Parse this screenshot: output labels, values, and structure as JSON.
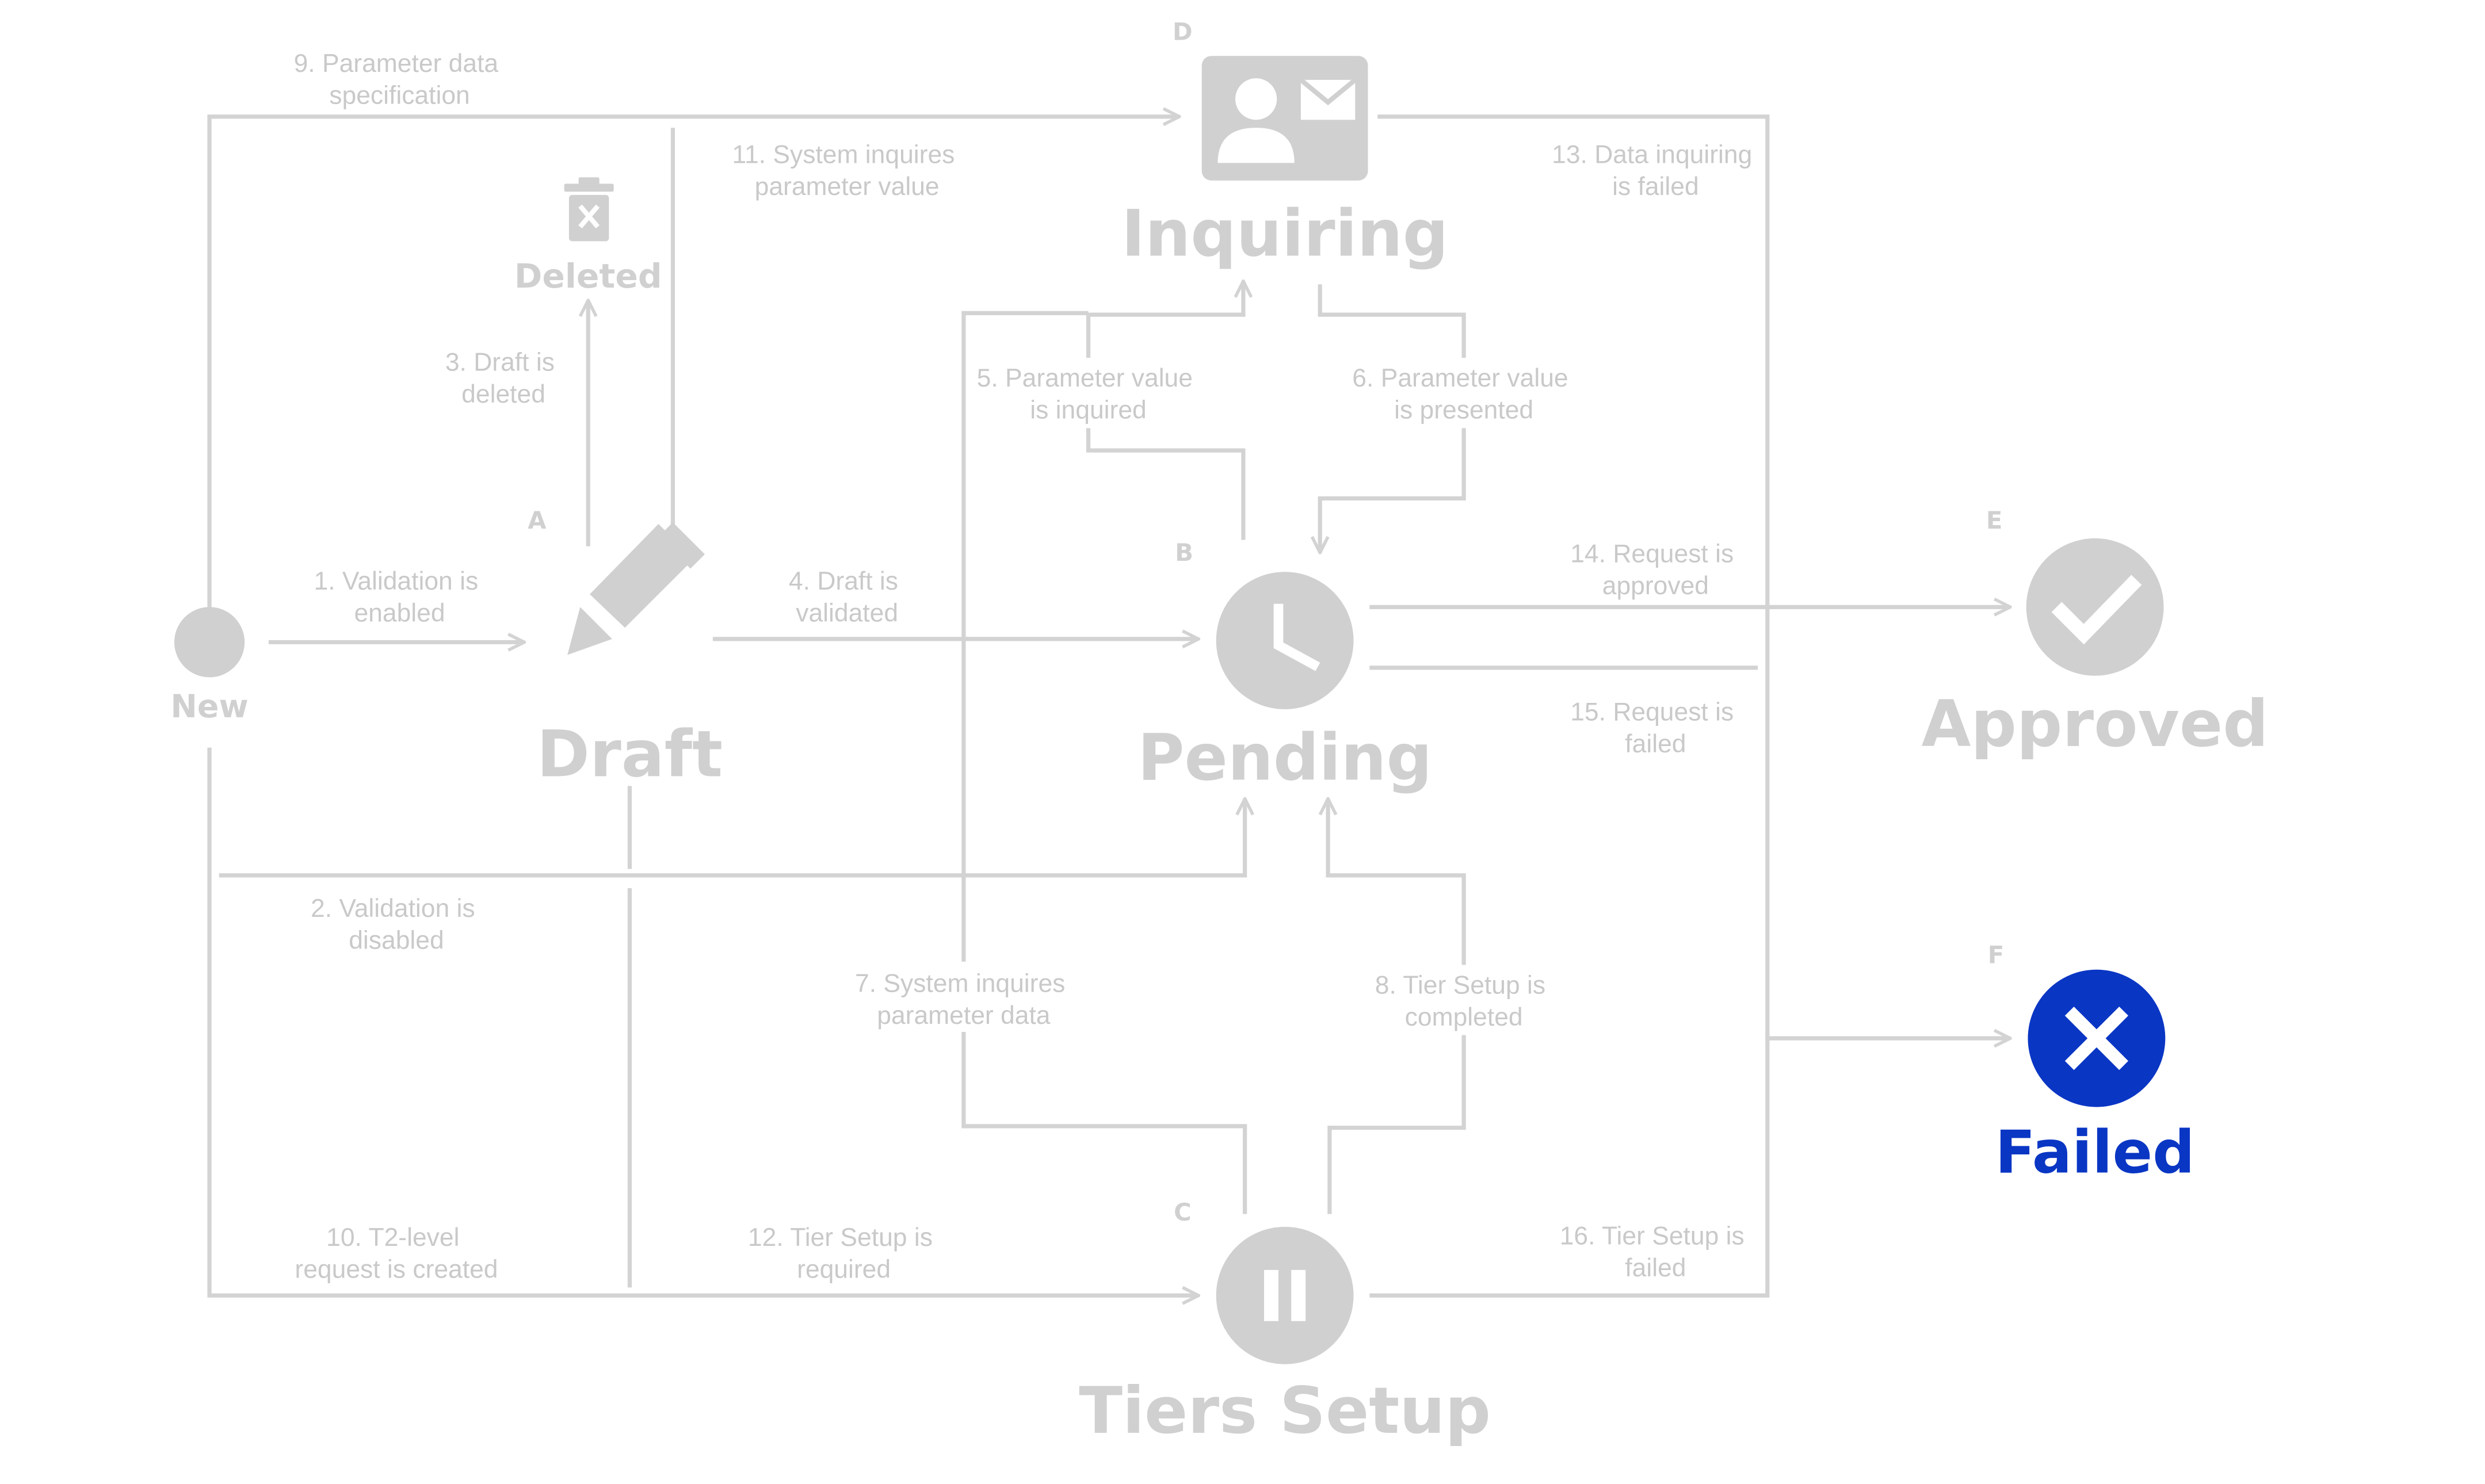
{
  "states": {
    "new": {
      "label": "New"
    },
    "draft": {
      "letter": "A",
      "label": "Draft"
    },
    "deleted": {
      "label": "Deleted"
    },
    "pending": {
      "letter": "B",
      "label": "Pending"
    },
    "tiers_setup": {
      "letter": "C",
      "label": "Tiers Setup"
    },
    "inquiring": {
      "letter": "D",
      "label": "Inquiring"
    },
    "approved": {
      "letter": "E",
      "label": "Approved"
    },
    "failed": {
      "letter": "F",
      "label": "Failed",
      "highlighted": true
    }
  },
  "transitions": [
    {
      "id": "t1",
      "lines": [
        "1. Validation is",
        "enabled"
      ]
    },
    {
      "id": "t2",
      "lines": [
        "2. Validation is",
        "disabled"
      ]
    },
    {
      "id": "t3",
      "lines": [
        "3. Draft is",
        "deleted"
      ]
    },
    {
      "id": "t4",
      "lines": [
        "4. Draft is",
        "validated"
      ]
    },
    {
      "id": "t5",
      "lines": [
        "5. Parameter value",
        "is inquired"
      ]
    },
    {
      "id": "t6",
      "lines": [
        "6. Parameter value",
        "is presented"
      ]
    },
    {
      "id": "t7",
      "lines": [
        "7. System inquires",
        "parameter data"
      ]
    },
    {
      "id": "t8",
      "lines": [
        "8. Tier Setup is",
        "completed"
      ]
    },
    {
      "id": "t9",
      "lines": [
        "9. Parameter data",
        "specification"
      ]
    },
    {
      "id": "t10",
      "lines": [
        "10. T2-level",
        "request is created"
      ]
    },
    {
      "id": "t11",
      "lines": [
        "11. System inquires",
        "parameter value"
      ]
    },
    {
      "id": "t12",
      "lines": [
        "12. Tier Setup is",
        "required"
      ]
    },
    {
      "id": "t13",
      "lines": [
        "13. Data inquiring",
        "is failed"
      ]
    },
    {
      "id": "t14",
      "lines": [
        "14. Request is",
        "approved"
      ]
    },
    {
      "id": "t15",
      "lines": [
        "15. Request is",
        "failed"
      ]
    },
    {
      "id": "t16",
      "lines": [
        "16. Tier Setup is",
        "failed"
      ]
    }
  ],
  "colors": {
    "inactive": "#d0d0d0",
    "edge": "#d3d3d3",
    "label": "#c9c9c9",
    "active": "#0a36c4"
  },
  "icons": {
    "new": "filled-circle-icon",
    "draft": "pencil-icon",
    "deleted": "trash-icon",
    "pending": "clock-icon",
    "tiers_setup": "pause-icon",
    "inquiring": "contact-card-icon",
    "approved": "checkmark-icon",
    "failed": "close-icon"
  }
}
